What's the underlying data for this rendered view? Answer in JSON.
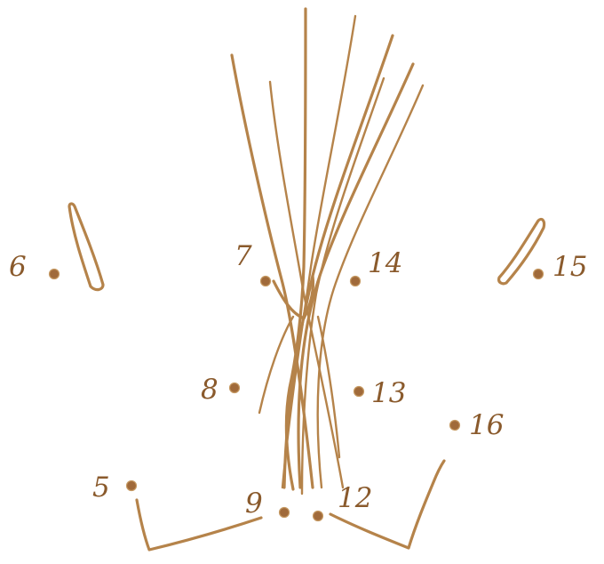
{
  "drawing": {
    "palette": {
      "ink": "#b5834a",
      "dot": "#a06a3a",
      "text": "#8a5a2c",
      "background": "#ffffff"
    },
    "points": [
      {
        "id": "p6",
        "label": "6"
      },
      {
        "id": "p7",
        "label": "7"
      },
      {
        "id": "p14",
        "label": "14"
      },
      {
        "id": "p15",
        "label": "15"
      },
      {
        "id": "p8",
        "label": "8"
      },
      {
        "id": "p13",
        "label": "13"
      },
      {
        "id": "p16",
        "label": "16"
      },
      {
        "id": "p5",
        "label": "5"
      },
      {
        "id": "p9",
        "label": "9"
      },
      {
        "id": "p12",
        "label": "12"
      }
    ]
  }
}
